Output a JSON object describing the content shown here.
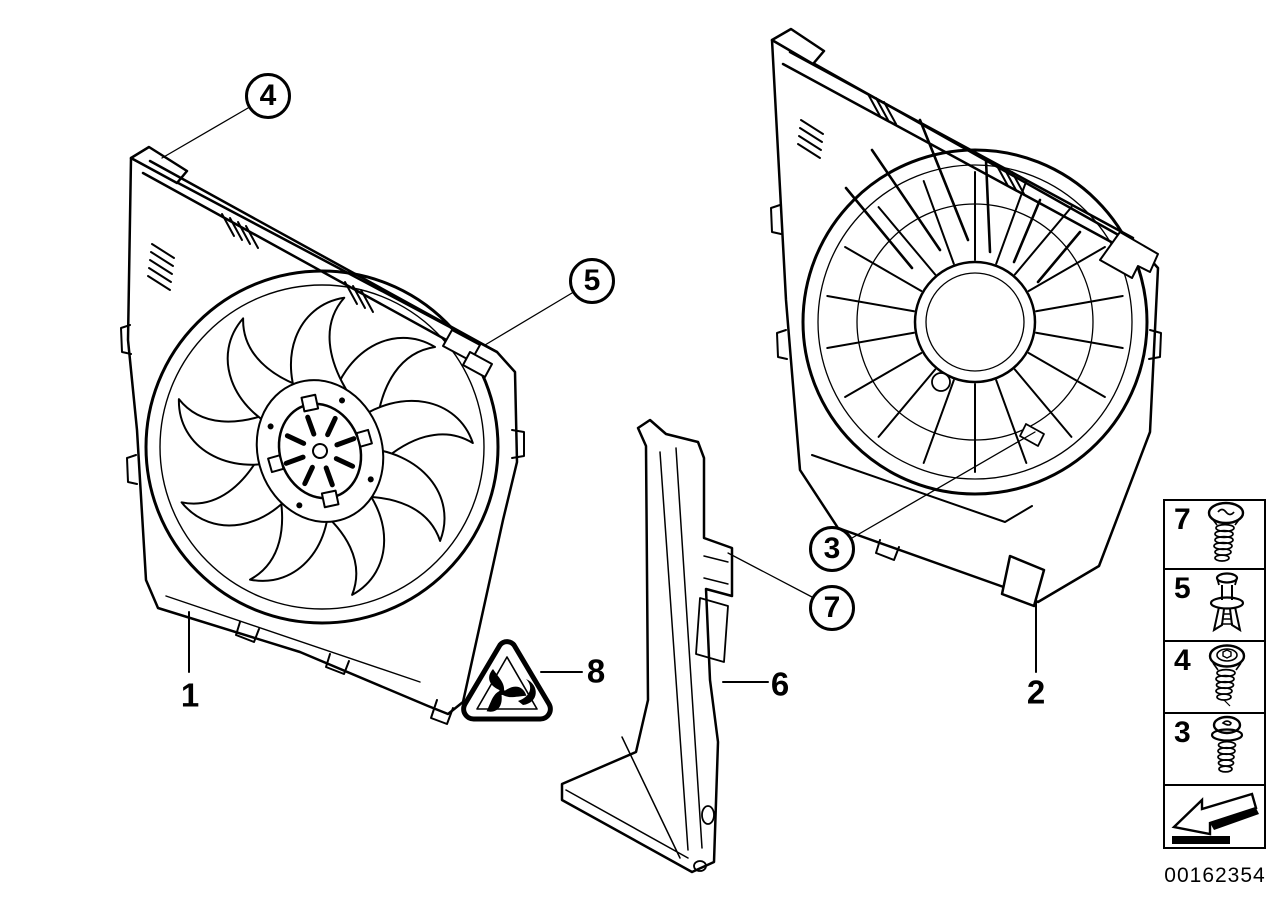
{
  "diagram": {
    "title_semantic": "cooling-fan-shroud-parts-diagram",
    "colors": {
      "background": "#ffffff",
      "line": "#000000"
    },
    "callouts": {
      "circled": [
        {
          "label": "4"
        },
        {
          "label": "5"
        },
        {
          "label": "3"
        },
        {
          "label": "7"
        }
      ],
      "plain": [
        {
          "label": "1"
        },
        {
          "label": "2"
        },
        {
          "label": "6"
        },
        {
          "label": "8"
        }
      ]
    },
    "warning_sign": {
      "icon": "fan-hazard-warning-triangle-icon"
    }
  },
  "legend": {
    "items": [
      {
        "ref": "7",
        "icon": "pan-head-screw-icon"
      },
      {
        "ref": "5",
        "icon": "expansion-rivet-icon"
      },
      {
        "ref": "4",
        "icon": "torx-screw-icon"
      },
      {
        "ref": "3",
        "icon": "flange-screw-icon"
      }
    ],
    "direction_icon": "arrow-down-left-icon"
  },
  "footer": {
    "document_number": "00162354"
  }
}
